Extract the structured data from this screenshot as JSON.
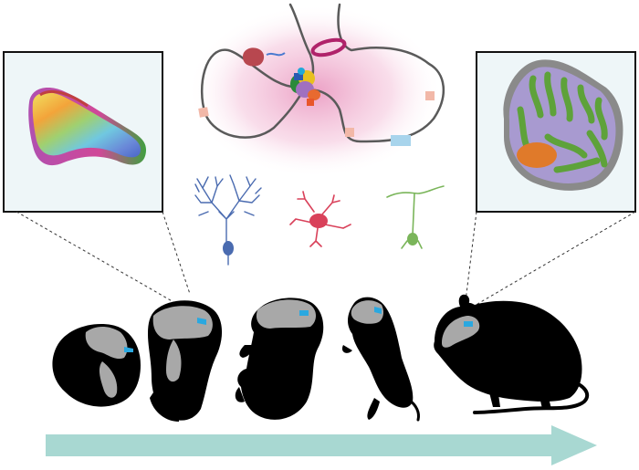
{
  "figure": {
    "panels": [
      "embryonic-cerebellum-primordium",
      "chromatin-looping",
      "adult-cerebellum-section"
    ],
    "neuron_types": [
      "purkinje-cell",
      "interneuron",
      "granule-cell"
    ],
    "developmental_stages": [
      "embryo-early",
      "embryo-late",
      "neonate",
      "juvenile",
      "adult"
    ],
    "arrow": "developmental-time"
  },
  "colors": {
    "inset_bg": "#eef6f8",
    "chromatin_glow": "#f2b8d4",
    "chromatin_fiber": "#5a5a5a",
    "enhancer_loop_ring": "#b0236a",
    "promoter_red": "#b8474f",
    "purkinje_blue": "#4a6bb0",
    "interneuron_red": "#d9415a",
    "granule_green": "#7ab55a",
    "mouse_black": "#000000",
    "cerebellum_gray": "#a8a8a8",
    "cerebellum_highlight": "#2aa8e0",
    "time_arrow": "#a8d8d2",
    "adult_purple": "#a89ad0",
    "adult_green": "#5ea23a",
    "adult_orange": "#e07a2a"
  }
}
